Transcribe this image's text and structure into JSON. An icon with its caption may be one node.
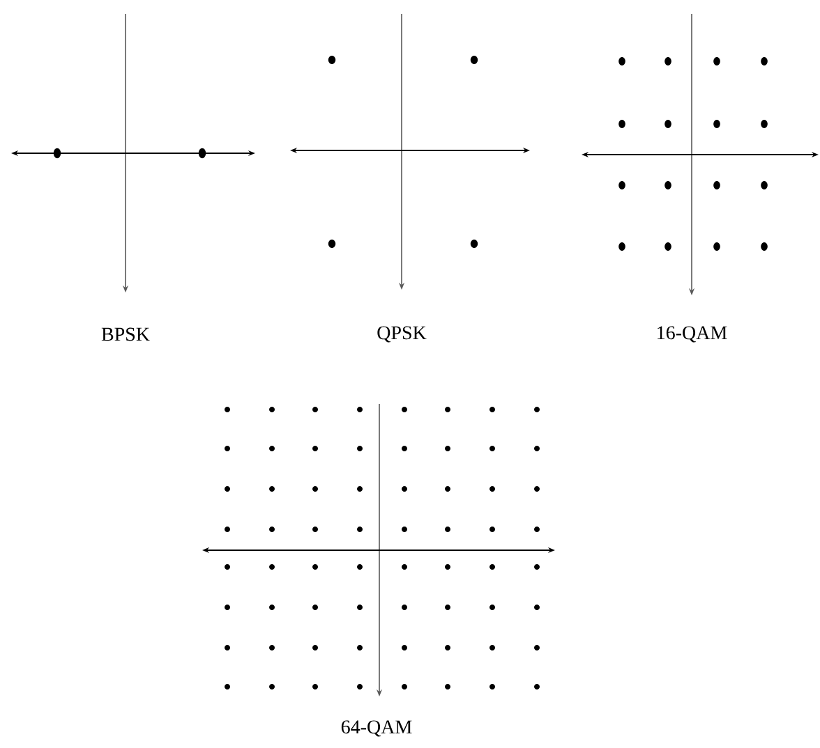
{
  "diagram": {
    "labels": [
      "BPSK",
      "QPSK",
      "16-QAM",
      "64-QAM"
    ]
  }
}
